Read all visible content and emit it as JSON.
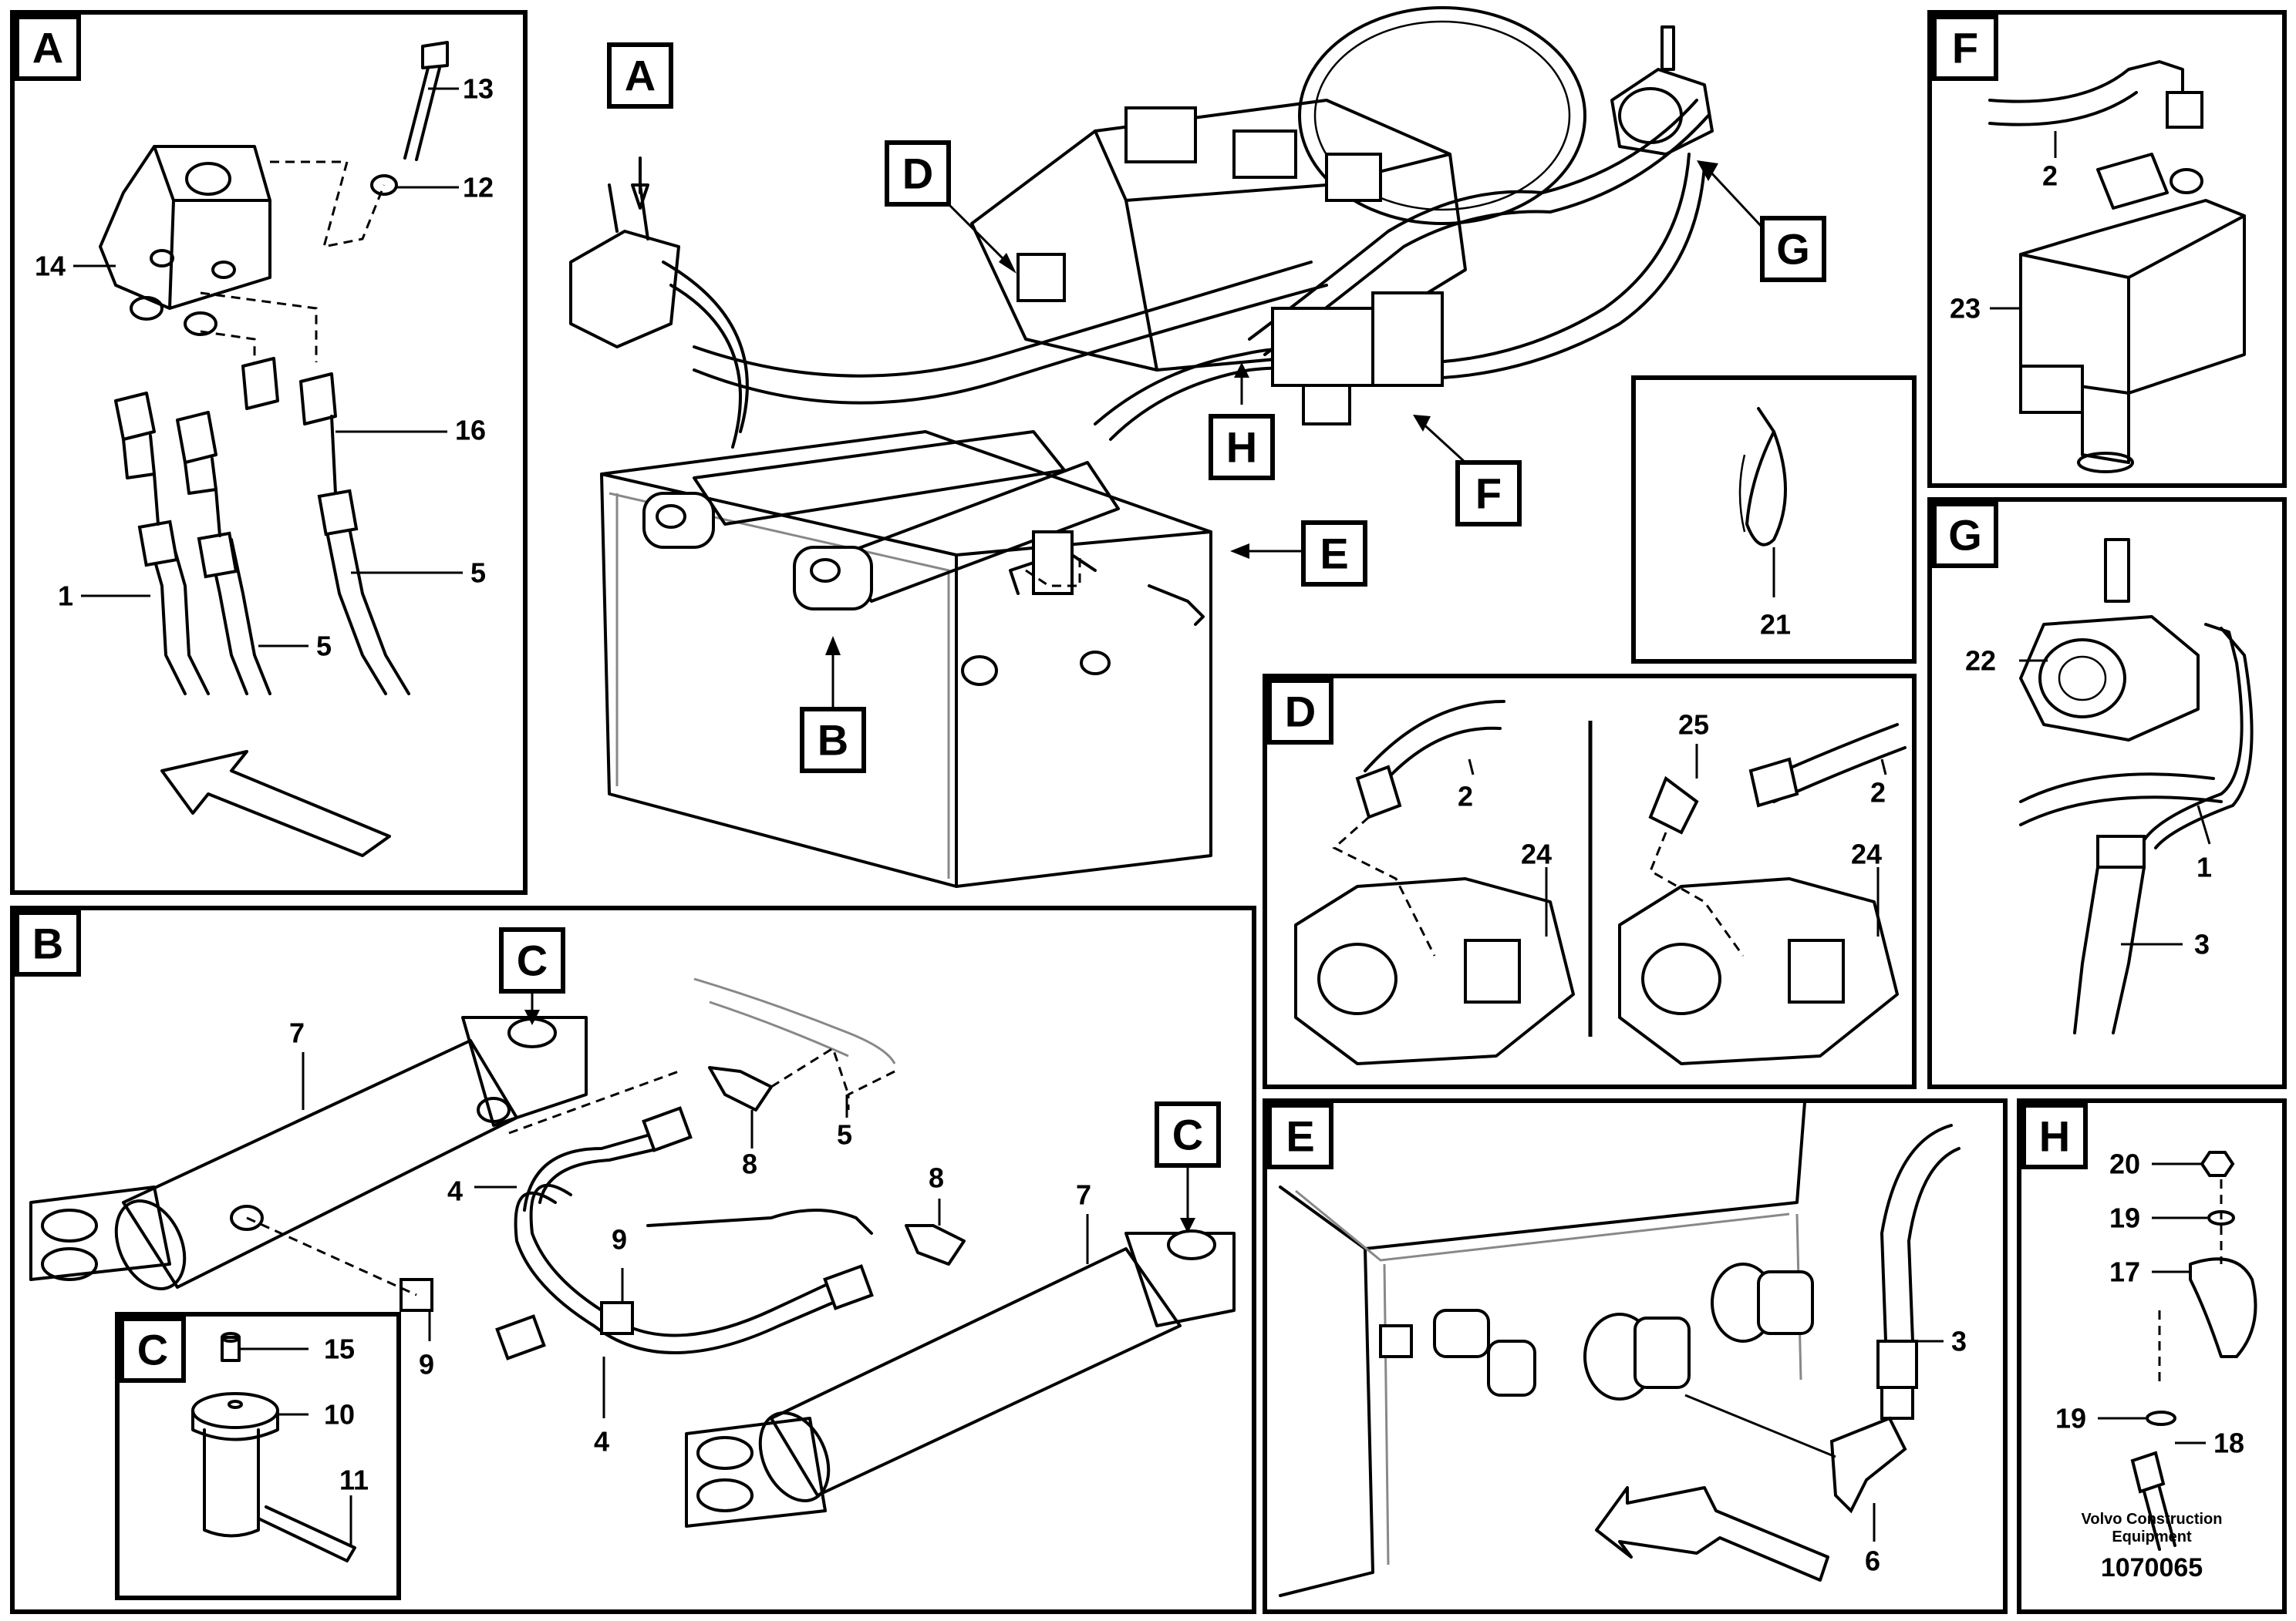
{
  "panels": {
    "A": {
      "label": "A",
      "callouts": [
        "13",
        "12",
        "14",
        "16",
        "1",
        "5",
        "5"
      ]
    },
    "B": {
      "label": "B",
      "callouts": [
        "7",
        "4",
        "8",
        "5",
        "9",
        "8",
        "9",
        "7",
        "4"
      ]
    },
    "C": {
      "label": "C",
      "callouts": [
        "15",
        "10",
        "11"
      ]
    },
    "D": {
      "label": "D",
      "callouts": [
        "2",
        "24",
        "25",
        "2",
        "24"
      ]
    },
    "E": {
      "label": "E",
      "callouts": [
        "3",
        "6"
      ]
    },
    "F": {
      "label": "F",
      "callouts": [
        "2",
        "23"
      ]
    },
    "G": {
      "label": "G",
      "callouts": [
        "22",
        "1",
        "3"
      ]
    },
    "H": {
      "label": "H",
      "callouts": [
        "20",
        "19",
        "17",
        "19",
        "18"
      ]
    },
    "clamp": {
      "callouts": [
        "21"
      ]
    }
  },
  "overview": {
    "tags": [
      "A",
      "D",
      "G",
      "H",
      "F",
      "E",
      "B"
    ],
    "section_refs_b": [
      "C",
      "C"
    ]
  },
  "footer": {
    "brand_line1": "Volvo Construction",
    "brand_line2": "Equipment",
    "drawing_number": "1070065"
  }
}
